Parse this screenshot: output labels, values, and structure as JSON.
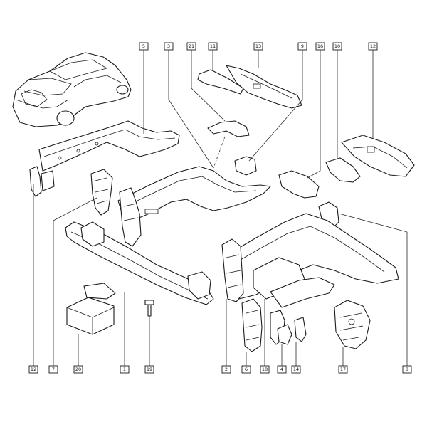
{
  "callouts": {
    "c5": "5",
    "c3": "3",
    "c21": "21",
    "c11": "11",
    "c13": "13",
    "c9": "9",
    "c16": "16",
    "c10": "10",
    "c12": "12",
    "c12b": "12",
    "c7": "7",
    "c20": "20",
    "c1": "1",
    "c19": "19",
    "c2": "2",
    "c6": "6",
    "c18": "18",
    "c4": "4",
    "c14": "14",
    "c17": "17",
    "c8": "8"
  }
}
